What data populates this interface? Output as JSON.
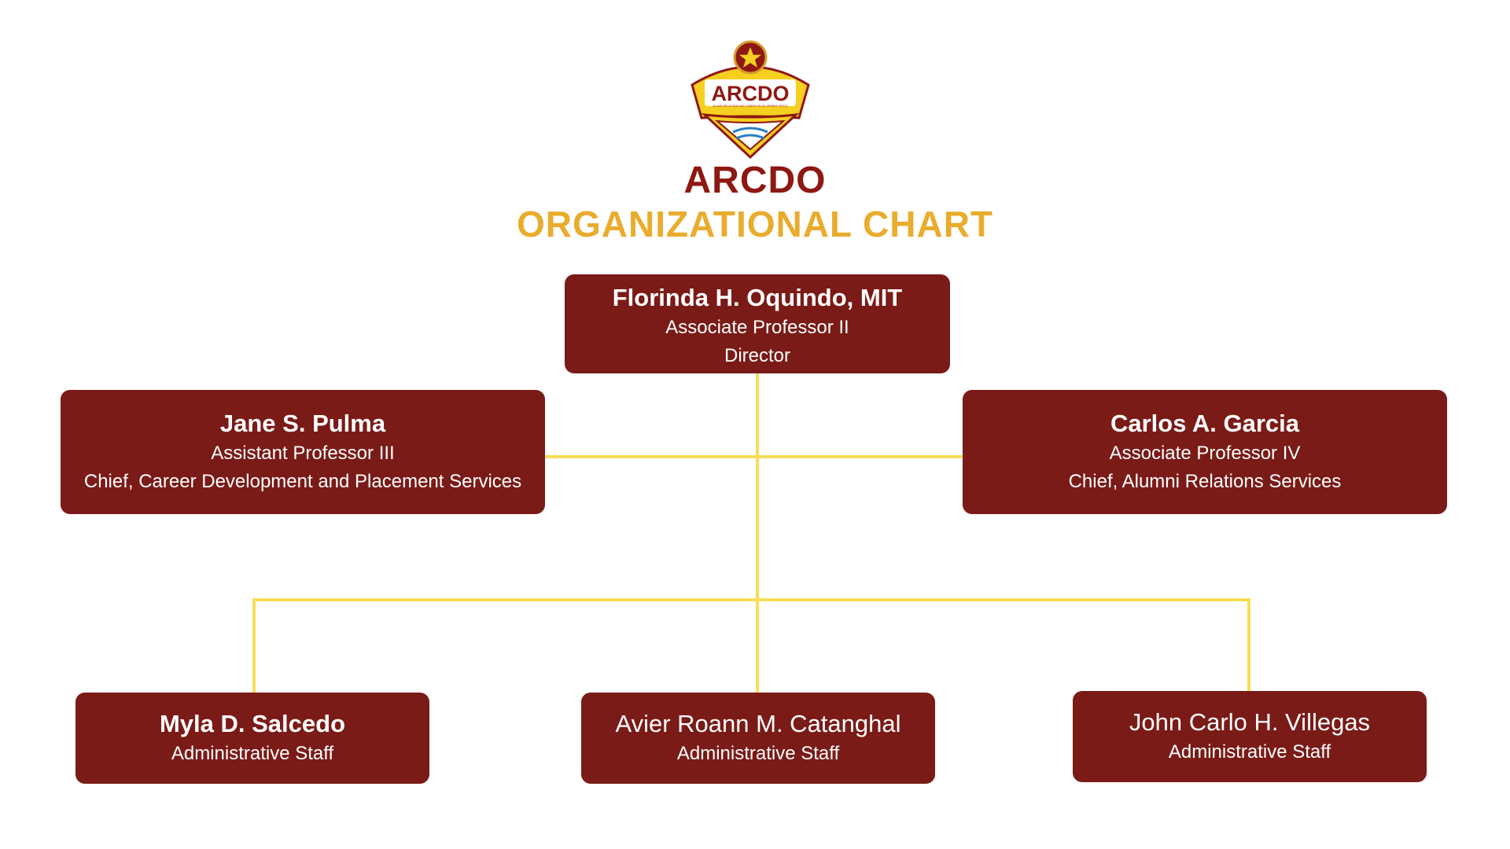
{
  "header": {
    "logo_text": "ARCDO",
    "logo_subtext": "ALUMNI RELATIONS AND CAREER DEVELOPMENT OFFICE",
    "title": "ARCDO",
    "subtitle": "ORGANIZATIONAL CHART"
  },
  "colors": {
    "box": "#7a1b17",
    "title": "#8e1812",
    "subtitle": "#e9ac2d",
    "connector": "#f6de58"
  },
  "director": {
    "name": "Florinda H. Oquindo, MIT",
    "rank": "Associate Professor II",
    "role": "Director"
  },
  "chiefs": [
    {
      "name": "Jane S. Pulma",
      "rank": "Assistant Professor III",
      "role": "Chief, Career Development and Placement Services"
    },
    {
      "name": "Carlos A. Garcia",
      "rank": "Associate Professor IV",
      "role": "Chief, Alumni Relations Services"
    }
  ],
  "staff": [
    {
      "name": "Myla D. Salcedo",
      "role": "Administrative Staff"
    },
    {
      "name": "Avier Roann M. Catanghal",
      "role": "Administrative Staff"
    },
    {
      "name": "John Carlo H. Villegas",
      "role": "Administrative Staff"
    }
  ]
}
